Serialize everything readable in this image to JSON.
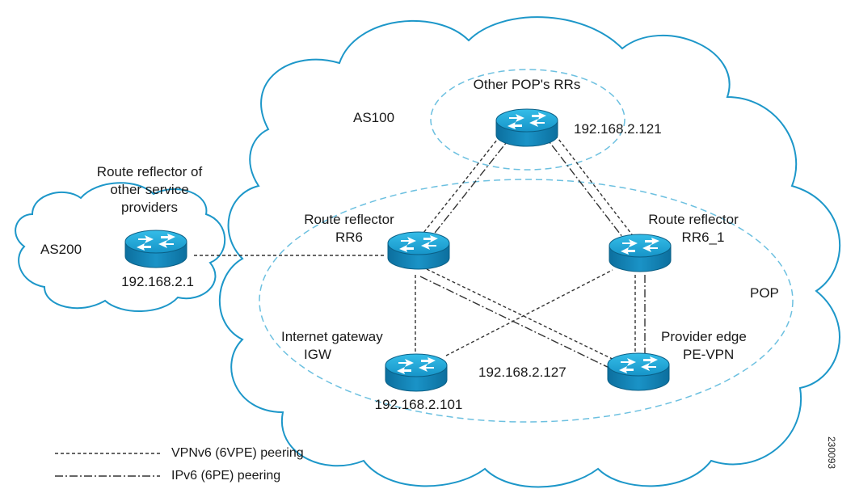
{
  "regions": {
    "as100": "AS100",
    "as200": "AS200",
    "pop": "POP",
    "other_pop": "Other POP's RRs"
  },
  "nodes": {
    "rr_other_sp": {
      "title": [
        "Route reflector of",
        "other service",
        "providers"
      ],
      "ip": "192.168.2.1",
      "icon": "router-icon"
    },
    "rr6": {
      "title": [
        "Route reflector",
        "RR6"
      ],
      "icon": "router-icon"
    },
    "rr_other_pop": {
      "ip": "192.168.2.121",
      "icon": "router-icon"
    },
    "rr6_1": {
      "title": [
        "Route reflector",
        "RR6_1"
      ],
      "icon": "router-icon"
    },
    "igw": {
      "title": [
        "Internet gateway",
        "IGW"
      ],
      "ip": "192.168.2.101",
      "icon": "router-icon"
    },
    "pe_vpn": {
      "title": [
        "Provider edge",
        "PE-VPN"
      ],
      "ip": "192.168.2.127",
      "icon": "router-icon"
    }
  },
  "links": [
    {
      "from": "rr_other_sp",
      "to": "rr6",
      "type": "vpnv6"
    },
    {
      "from": "rr6",
      "to": "rr_other_pop",
      "type": "both"
    },
    {
      "from": "rr6_1",
      "to": "rr_other_pop",
      "type": "both"
    },
    {
      "from": "rr6",
      "to": "pe_vpn",
      "type": "both"
    },
    {
      "from": "rr6_1",
      "to": "pe_vpn",
      "type": "both"
    },
    {
      "from": "rr6",
      "to": "igw",
      "type": "vpnv6"
    },
    {
      "from": "igw",
      "to": "rr6_1",
      "type": "vpnv6"
    }
  ],
  "legend": {
    "vpnv6": "VPNv6 (6VPE) peering",
    "ipv6": "IPv6 (6PE) peering"
  },
  "figure_id": "230093",
  "colors": {
    "cloud_stroke": "#1d97c9",
    "dashed_region": "#6cc0e0",
    "router_top": "#1aa6d8",
    "router_side": "#0f7fb2",
    "line": "#333333"
  }
}
